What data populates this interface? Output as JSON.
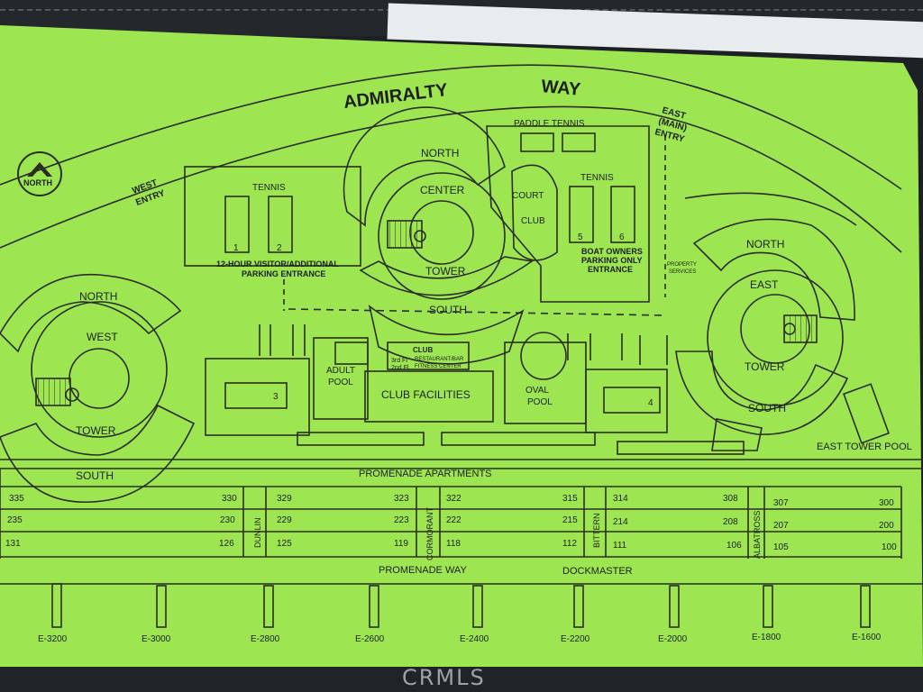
{
  "colors": {
    "paper": "#9de652",
    "ink": "#2a2d22",
    "seat": "#1d2024",
    "sheet": "#e8ecee"
  },
  "streets": {
    "main": "ADMIRALTY",
    "way": "WAY",
    "promenade_way": "PROMENADE WAY",
    "dockmaster": "DOCKMASTER"
  },
  "north_badge": "NORTH",
  "entries": {
    "west_a": "WEST",
    "west_b": "ENTRY",
    "east_a": "EAST",
    "east_b": "(MAIN)",
    "east_c": "ENTRY"
  },
  "west_tower": {
    "north": "NORTH",
    "name_a": "WEST",
    "name_b": "TOWER",
    "south": "SOUTH"
  },
  "center_tower": {
    "north": "NORTH",
    "name_a": "CENTER",
    "name_b": "TOWER",
    "south": "SOUTH"
  },
  "east_tower": {
    "north": "NORTH",
    "name_a": "EAST",
    "name_b": "TOWER",
    "south": "SOUTH"
  },
  "tennis_west": {
    "label": "TENNIS",
    "court_1": "1",
    "court_2": "2"
  },
  "tennis_east": {
    "label": "TENNIS",
    "court_5": "5",
    "court_6": "6"
  },
  "paddle_tennis": "PADDLE TENNIS",
  "court_club": {
    "a": "COURT",
    "b": "CLUB"
  },
  "visitor_parking": {
    "a": "12-HOUR VISITOR/ADDITIONAL",
    "b": "PARKING ENTRANCE"
  },
  "boat_owners": {
    "a": "BOAT OWNERS",
    "b": "PARKING ONLY",
    "c": "ENTRANCE"
  },
  "property_services": {
    "a": "PROPERTY",
    "b": "SERVICES"
  },
  "club": {
    "title": "CLUB",
    "floor3": "3rd Fl",
    "floor2": "2nd Fl",
    "line1": "RESTAURANT/BAR",
    "line2": "FITNESS CENTER"
  },
  "adult_pool": {
    "a": "ADULT",
    "b": "POOL"
  },
  "club_facilities": "CLUB FACILITIES",
  "oval_pool": {
    "a": "OVAL",
    "b": "POOL"
  },
  "court_3": "3",
  "court_4": "4",
  "east_tower_pool": "EAST TOWER POOL",
  "promenade_apartments": "PROMENADE APARTMENTS",
  "side_streets": {
    "dunlin": "DUNLIN",
    "cormorant": "CORMORANT",
    "bittern": "BITTERN",
    "albatross": "ALBATROSS"
  },
  "apt_blocks": [
    {
      "rows": [
        [
          "335",
          "330"
        ],
        [
          "235",
          "230"
        ],
        [
          "131",
          "126"
        ]
      ]
    },
    {
      "rows": [
        [
          "329",
          "323"
        ],
        [
          "229",
          "223"
        ],
        [
          "125",
          "119"
        ]
      ]
    },
    {
      "rows": [
        [
          "322",
          "315"
        ],
        [
          "222",
          "215"
        ],
        [
          "118",
          "112"
        ]
      ]
    },
    {
      "rows": [
        [
          "314",
          "308"
        ],
        [
          "214",
          "208"
        ],
        [
          "111",
          "106"
        ]
      ]
    },
    {
      "rows": [
        [
          "307",
          "300"
        ],
        [
          "207",
          "200"
        ],
        [
          "105",
          "100"
        ]
      ]
    }
  ],
  "docks": [
    "E-3200",
    "E-3000",
    "E-2800",
    "E-2600",
    "E-2400",
    "E-2200",
    "E-2000",
    "E-1800",
    "E-1600"
  ],
  "watermark": "CRMLS"
}
